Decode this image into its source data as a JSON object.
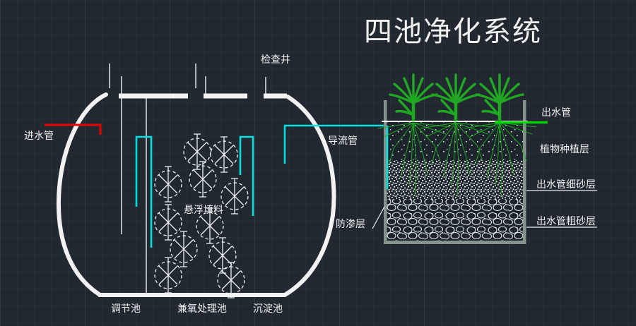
{
  "title": "四池净化系统",
  "colors": {
    "background": "#212830",
    "line_white": "#f2f2f2",
    "inlet_pipe_red": "#e60000",
    "pipe_cyan": "#00e0e0",
    "outlet_green": "#00d400",
    "plant_green": "#21a823",
    "wetland_wall_gray": "#84948c"
  },
  "labels": {
    "inlet_pipe": "进水管",
    "inspection_well": "检查井",
    "diversion_pipe": "导流管",
    "floating_media": "悬浮填料",
    "anti_seepage_layer": "防渗层",
    "regulation_pond": "调节池",
    "facultative_treatment_pond": "兼氧处理池",
    "sedimentation_pond": "沉淀池",
    "outlet_pipe": "出水管",
    "plant_planting_layer": "植物种植层",
    "outlet_fine_sand_layer": "出水管细砂层",
    "outlet_coarse_sand_layer": "出水管粗砂层"
  },
  "counts": {
    "plants": 3,
    "floating_media_symbols": 11,
    "wetland_layers": 3
  }
}
